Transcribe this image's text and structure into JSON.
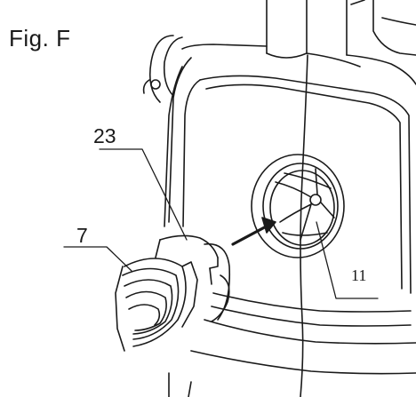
{
  "figure": {
    "title": "Fig. F",
    "callouts": [
      {
        "id": "23",
        "label": "23"
      },
      {
        "id": "7",
        "label": "7"
      },
      {
        "id": "11",
        "label": "11"
      }
    ]
  },
  "colors": {
    "line": "#1a1a1a",
    "background": "#ffffff"
  }
}
